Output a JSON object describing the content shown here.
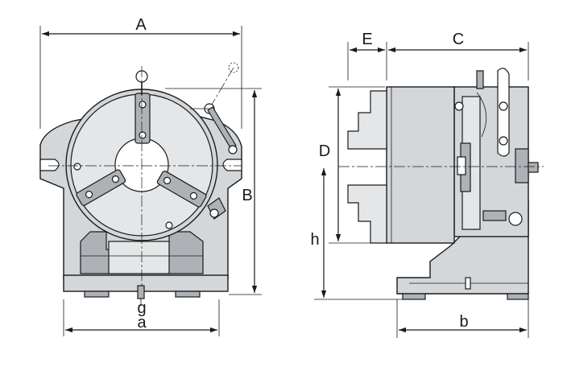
{
  "labels": {
    "A": "A",
    "B": "B",
    "a": "a",
    "g": "g",
    "E": "E",
    "C": "C",
    "D": "D",
    "h": "h",
    "b": "b"
  }
}
